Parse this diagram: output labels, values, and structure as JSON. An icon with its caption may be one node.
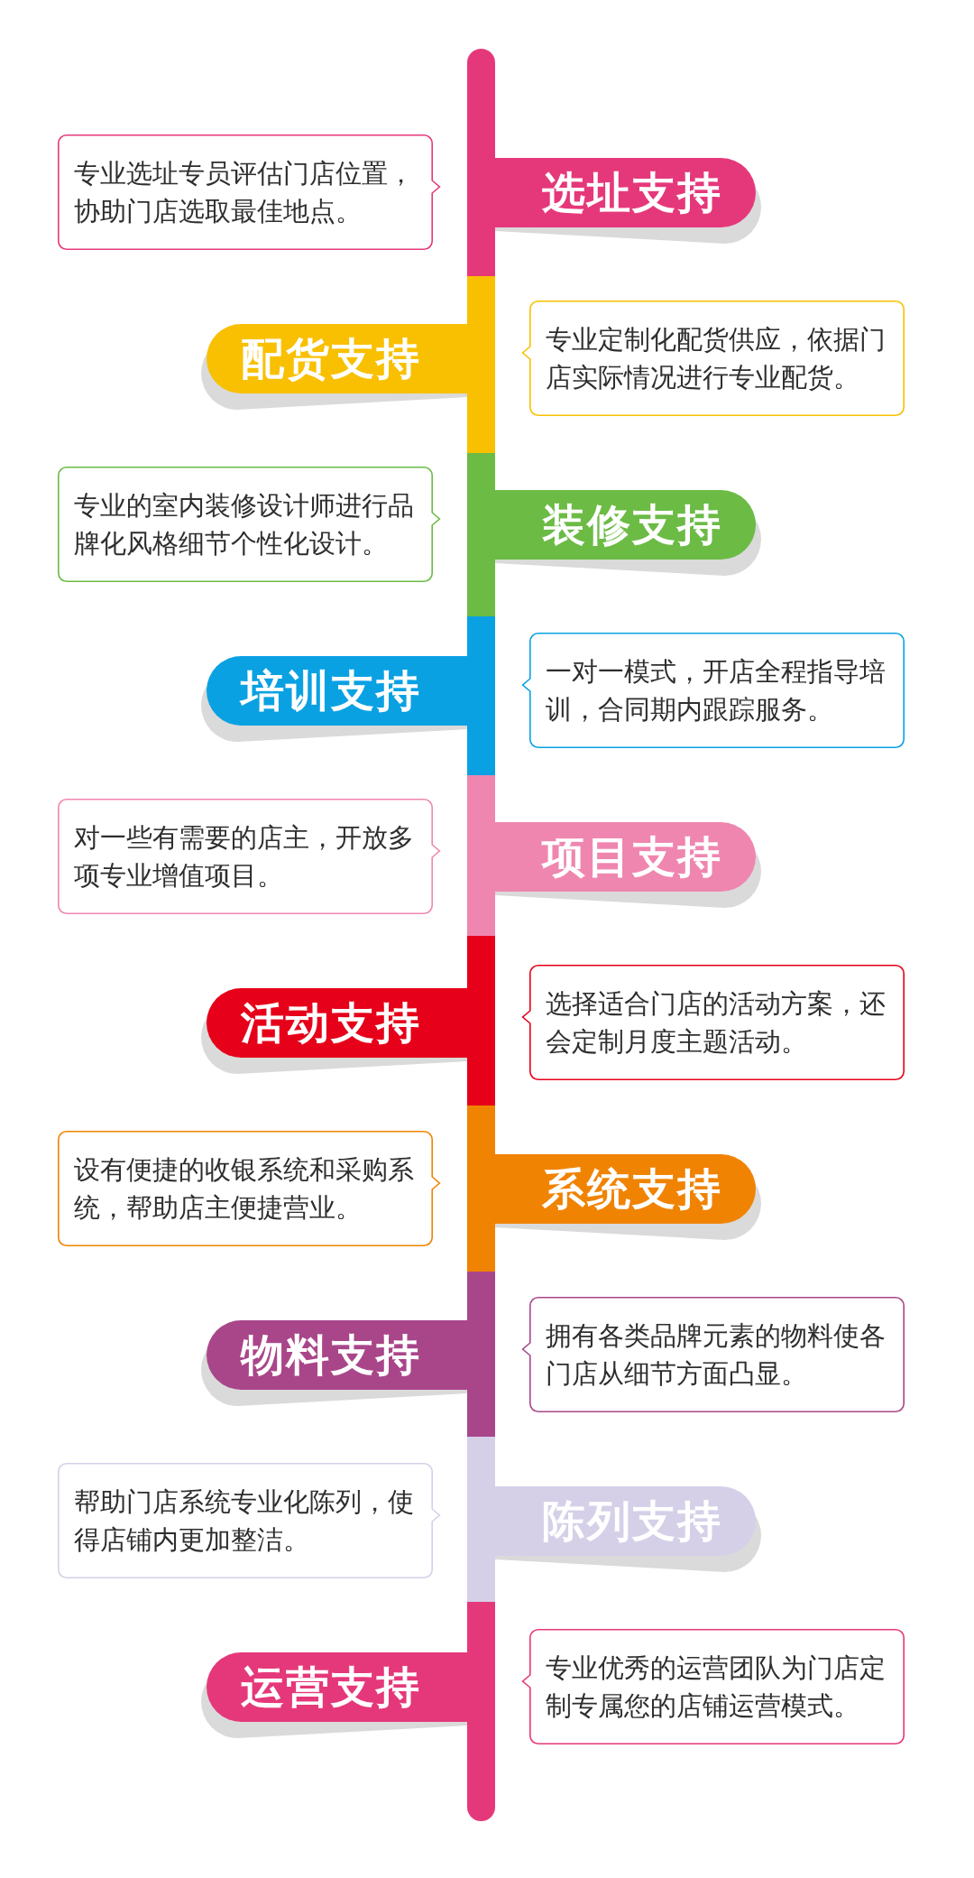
{
  "diagram": {
    "nodes": [
      {
        "text": [
          "选址支持"
        ]
      },
      {
        "text": [
          "专业选址专员评估门店位置，协助门店选取最佳地点。"
        ]
      },
      {
        "text": [
          "配货支持"
        ]
      },
      {
        "text": [
          "专业定制化配货供应，依据门店实际情况进行专业配货。"
        ]
      },
      {
        "text": [
          "装修支持"
        ]
      },
      {
        "text": [
          "专业的室内装修设计师进行品牌化风格细节个性化设计。"
        ]
      },
      {
        "text": [
          "培训支持"
        ]
      },
      {
        "text": [
          "一对一模式，开店全程指导培训，合同期内跟踪服务。"
        ]
      },
      {
        "text": [
          "项目支持"
        ]
      },
      {
        "text": [
          "对一些有需要的店主，开放多项专业增值项目。"
        ]
      },
      {
        "text": [
          "活动支持"
        ]
      },
      {
        "text": [
          "选择适合门店的活动方案，还会定制月度主题活动。"
        ]
      },
      {
        "text": [
          "系统支持"
        ]
      },
      {
        "text": [
          "设有便捷的收银系统和采购系统，帮助店主便捷营业。"
        ]
      },
      {
        "text": [
          "物料支持"
        ]
      },
      {
        "text": [
          "拥有各类品牌元素的物料使各门店从细节方面凸显。"
        ]
      },
      {
        "text": [
          "陈列支持"
        ]
      },
      {
        "text": [
          "帮助门店系统专业化陈列，使得店铺内更加整洁。"
        ]
      },
      {
        "text": [
          "运营支持"
        ]
      },
      {
        "text": [
          "专业优秀的运营团队为门店定制专属您的店铺运营模式。"
        ]
      }
    ]
  }
}
